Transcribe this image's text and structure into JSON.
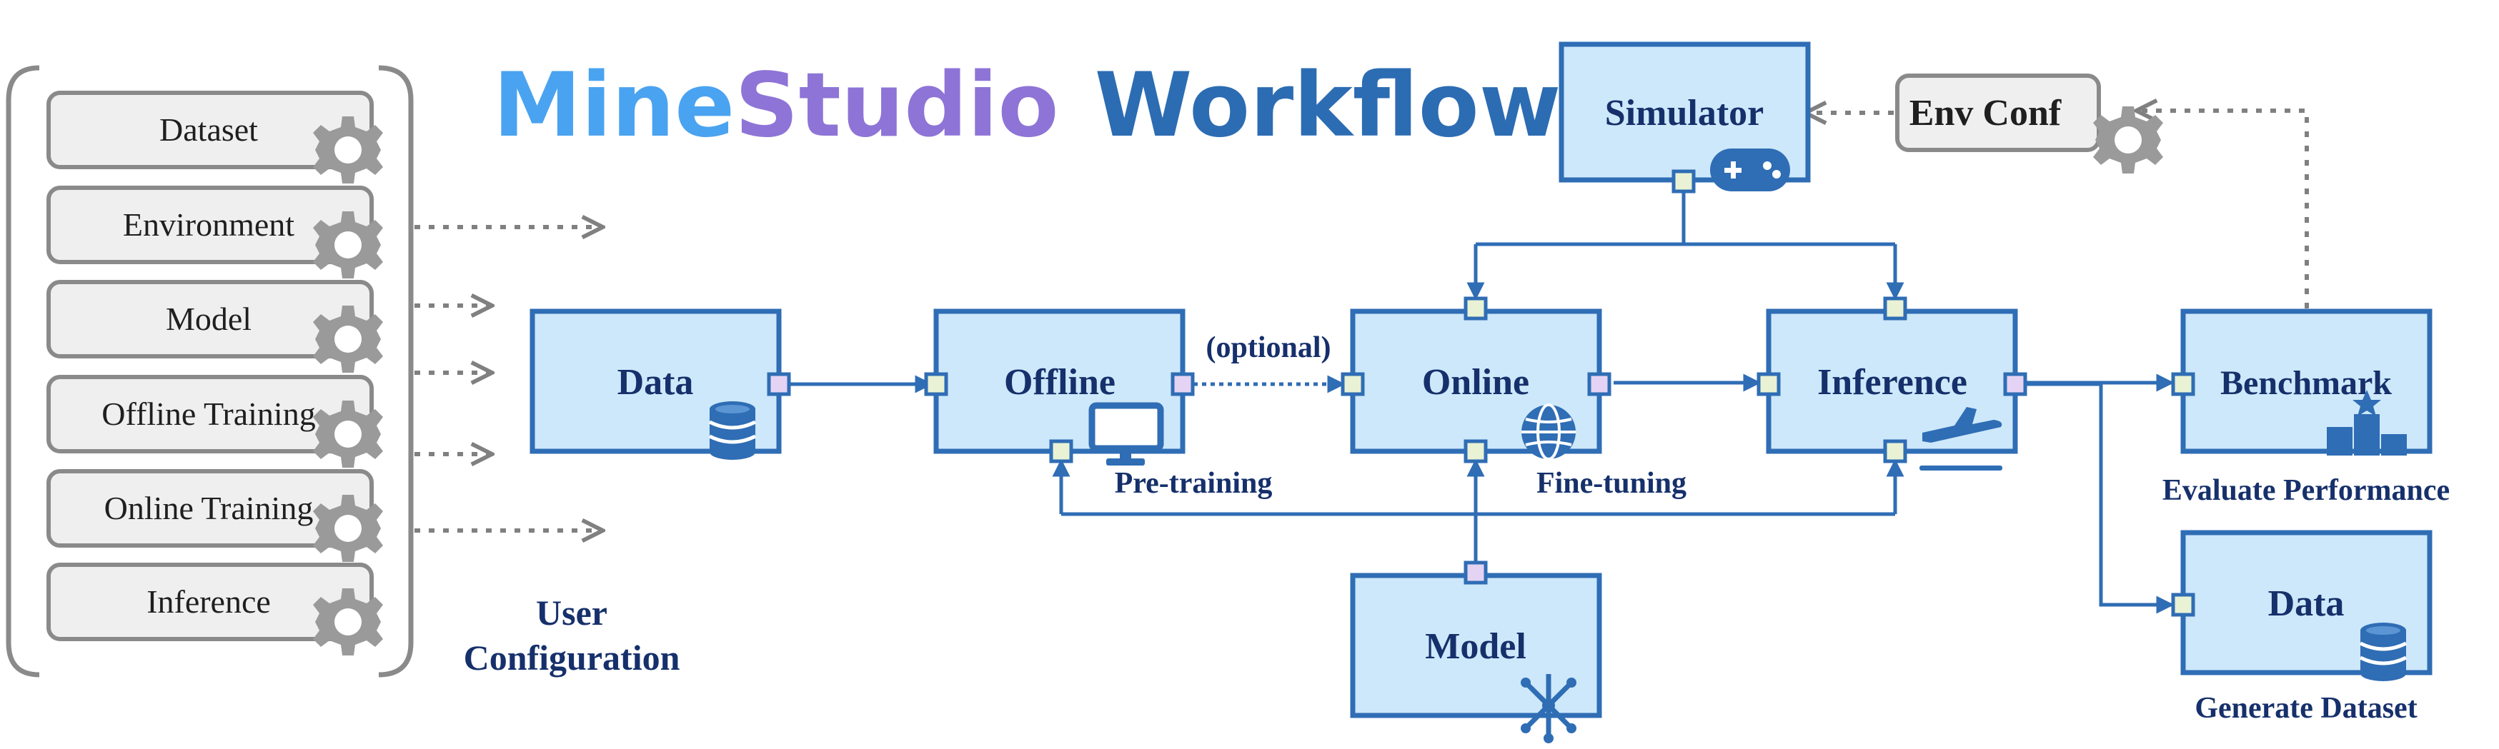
{
  "title": {
    "part1": "Mine",
    "part2": "Studio",
    "part3": "Workflow"
  },
  "colors": {
    "title_mine": "#4aa3f0",
    "title_studio": "#8e74d6",
    "title_workflow": "#2c6cb3",
    "box_fill": "#cde8fa",
    "box_stroke": "#2f6db5",
    "text_dark": "#16306b",
    "port_green": "#e9f2d4",
    "port_purple": "#e4d3f3",
    "icon_blue": "#2f6db5",
    "gear_gray": "#9a9a9a",
    "config_fill": "#efefef",
    "dotted_gray": "#808080"
  },
  "config_items": [
    "Dataset",
    "Environment",
    "Model",
    "Offline Training",
    "Online Training",
    "Inference"
  ],
  "user_configuration": {
    "line1": "User",
    "line2": "Configuration"
  },
  "nodes": {
    "data_in": "Data",
    "offline": "Offline",
    "online": "Online",
    "inference": "Inference",
    "benchmark": "Benchmark",
    "data_out": "Data",
    "simulator": "Simulator",
    "env_conf": "Env Conf",
    "model": "Model"
  },
  "edge_labels": {
    "optional": "(optional)",
    "pretraining": "Pre-training",
    "finetuning": "Fine-tuning",
    "evaluate": "Evaluate Performance",
    "generate": "Generate Dataset"
  },
  "icons": [
    "gear-icon",
    "database-icon",
    "monitor-icon",
    "globe-icon",
    "airplane-icon",
    "gamepad-icon",
    "podium-icon",
    "network-icon"
  ]
}
